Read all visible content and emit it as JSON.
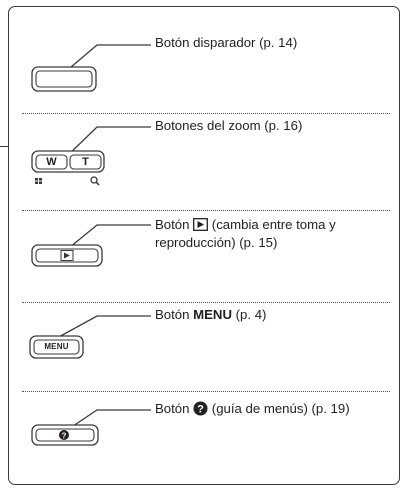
{
  "items": [
    {
      "label": "Botón disparador (p. 14)"
    },
    {
      "label": "Botones del zoom (p. 16)",
      "key_w": "W",
      "key_t": "T"
    },
    {
      "label_pre": "Botón ",
      "label_post": " (cambia entre toma y",
      "label_line2": "reproducción) (p. 15)"
    },
    {
      "label_pre": "Botón ",
      "label_bold": "MENU",
      "label_post": " (p. 4)",
      "key": "MENU"
    },
    {
      "label_pre": "Botón ",
      "label_post": " (guía de menús) (p. 19)"
    }
  ],
  "icons": {
    "wide": "grid-icon",
    "tele": "magnifier-icon",
    "play": "play-icon",
    "help": "question-icon"
  },
  "colors": {
    "ink": "#231f20",
    "line": "#3a3a3a"
  }
}
